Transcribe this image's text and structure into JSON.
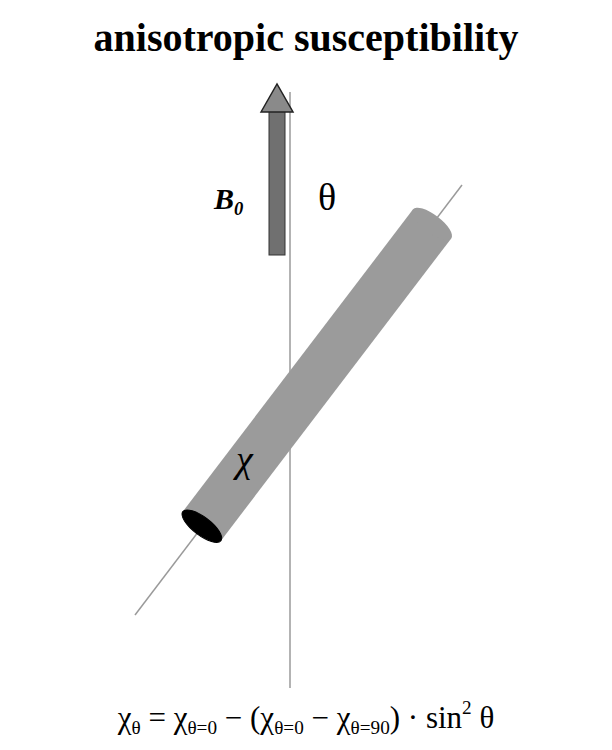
{
  "diagram": {
    "title": "anisotropic susceptibility",
    "labels": [
      "B",
      "0",
      "θ",
      "χ",
      "χ",
      "θ",
      " = χ",
      "θ=0",
      " − (χ",
      "θ=0",
      " − χ",
      "θ=90",
      ") · sin",
      "2",
      " θ"
    ]
  }
}
